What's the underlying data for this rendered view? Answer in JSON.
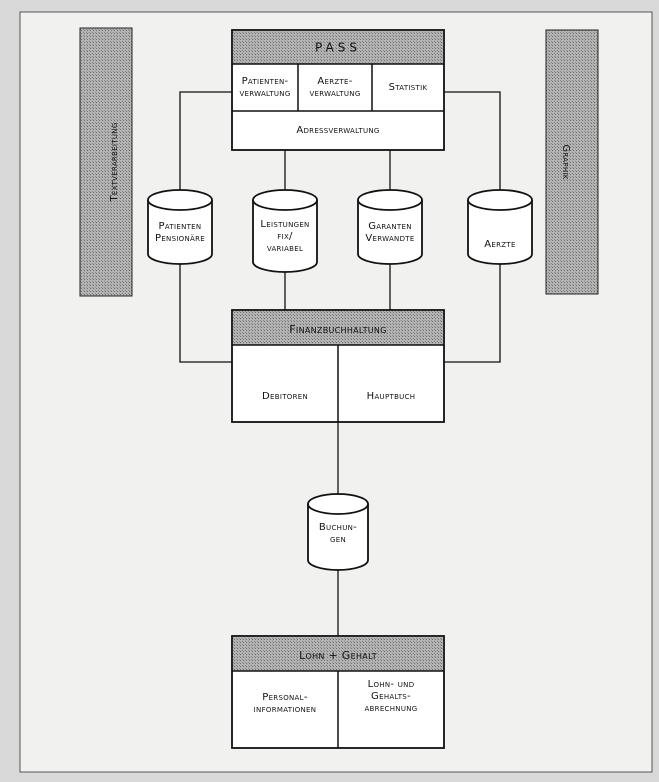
{
  "pass": {
    "title": "PASS",
    "patienten": [
      "Patienten-",
      "verwaltung"
    ],
    "aerzte": [
      "Aerzte-",
      "verwaltung"
    ],
    "statistik": [
      "Statistik"
    ],
    "adress": [
      "Adressverwaltung"
    ]
  },
  "side": {
    "left": "Textverarbeitung",
    "right": "Graphik"
  },
  "databases": {
    "patienten": [
      "Patienten",
      "Pensionäre"
    ],
    "leistungen": [
      "Leistungen",
      "fix/",
      "variabel"
    ],
    "garanten": [
      "Garanten",
      "Verwandte"
    ],
    "aerzte": [
      "Aerzte"
    ],
    "buchungen": [
      "Buchun-",
      "gen"
    ]
  },
  "finanz": {
    "title": "Finanzbuchhaltung",
    "debitoren": [
      "Debitoren"
    ],
    "hauptbuch": [
      "Hauptbuch"
    ]
  },
  "lohn": {
    "title": "Lohn + Gehalt",
    "personal": [
      "Personal-",
      "informationen"
    ],
    "abrechnung": [
      "Lohn- und",
      "Gehalts-",
      "abrechnung"
    ]
  },
  "colors": {
    "background": "#d9d9d9",
    "paper": "#f1f1ef",
    "box_fill": "#ffffff",
    "hatch_fill": "#9c9c9c",
    "ink": "#111111"
  }
}
